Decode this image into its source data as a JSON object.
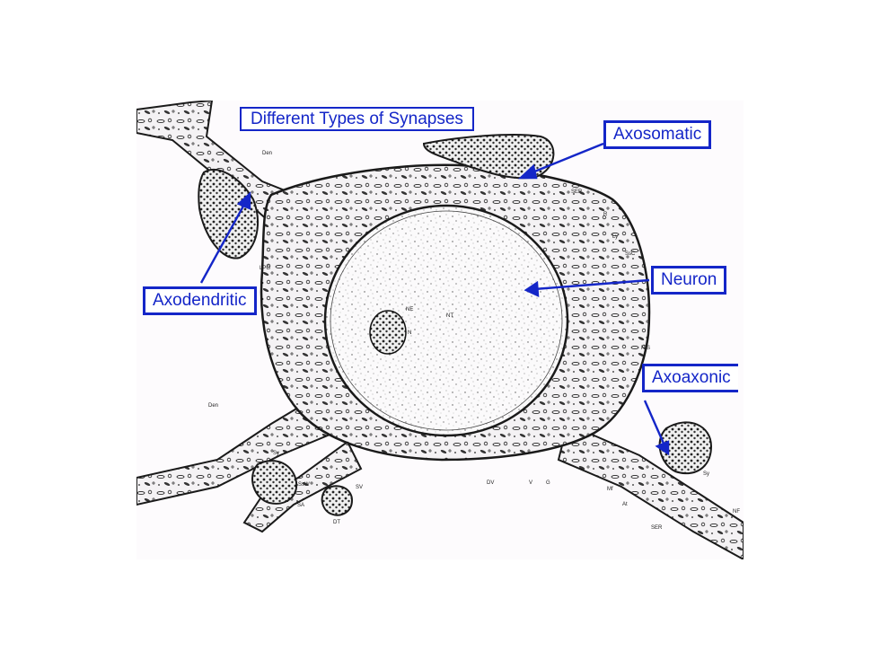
{
  "diagram": {
    "title": "Different Types of Synapses",
    "labels": {
      "axosomatic": "Axosomatic",
      "neuron": "Neuron",
      "axodendritic": "Axodendritic",
      "axoaxonic": "Axoaxonic"
    },
    "small_labels": {
      "den_top": "Den",
      "ser_top": "SER",
      "r": "R",
      "ly": "Ly",
      "ssc": "SsC",
      "lpg": "LPG",
      "ne": "NE",
      "nt": "NT",
      "n": "N",
      "nis": "NIS",
      "den_left": "Den",
      "sy_bottom": "Sy",
      "ssw": "SsW",
      "sv": "SV",
      "sa": "SA",
      "dt": "DT",
      "dv": "DV",
      "v": "V",
      "g": "G",
      "mf": "Mf",
      "at": "At",
      "ser_bottom": "SER",
      "sy_right": "Sy",
      "nf": "NF"
    },
    "colors": {
      "accent": "#1426c8",
      "ink": "#1a1a1a"
    }
  }
}
